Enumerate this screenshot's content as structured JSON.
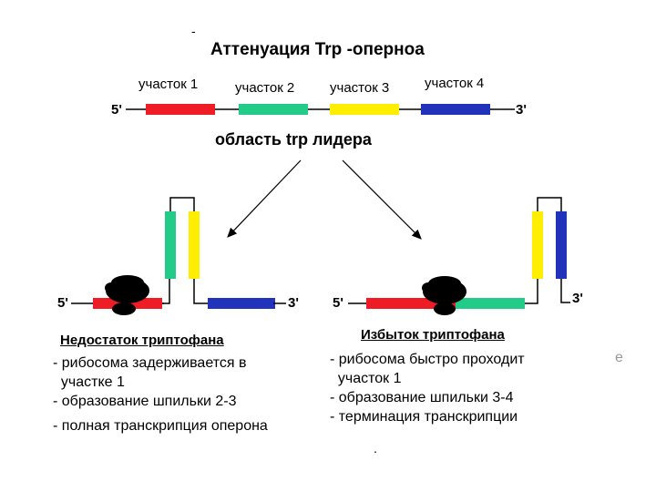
{
  "title": "Аттенуация Trp -оперноа",
  "top_marks": {
    "dash": "-",
    "bottom_dot": "."
  },
  "leader": {
    "label": "область trp лидера",
    "end5": "5'",
    "end3": "3'",
    "regions": [
      {
        "label": "участок 1",
        "color": "#ee1c24"
      },
      {
        "label": "участок 2",
        "color": "#22cc88"
      },
      {
        "label": "участок 3",
        "color": "#ffee00"
      },
      {
        "label": "участок 4",
        "color": "#2233bb"
      }
    ]
  },
  "left_panel": {
    "end5": "5'",
    "end3": "3'",
    "heading": "Недостаток триптофана",
    "notes": [
      "- рибосома задерживается в",
      "  участке 1",
      "- образование шпильки 2-3",
      "- полная транскрипция оперона"
    ]
  },
  "right_panel": {
    "end5": "5'",
    "end3": "3'",
    "heading": "Избыток триптофана",
    "notes": [
      "- рибосома быстро проходит",
      "  участок 1",
      "- образование шпильки 3-4",
      "- терминация транскрипции"
    ],
    "edge_mark": "e"
  },
  "colors": {
    "region1": "#ee1c24",
    "region2": "#22cc88",
    "region3": "#ffee00",
    "region4": "#2233bb",
    "line": "#000000"
  },
  "icons": {
    "ribosome": "ribosome-icon",
    "arrow": "arrow-icon"
  }
}
